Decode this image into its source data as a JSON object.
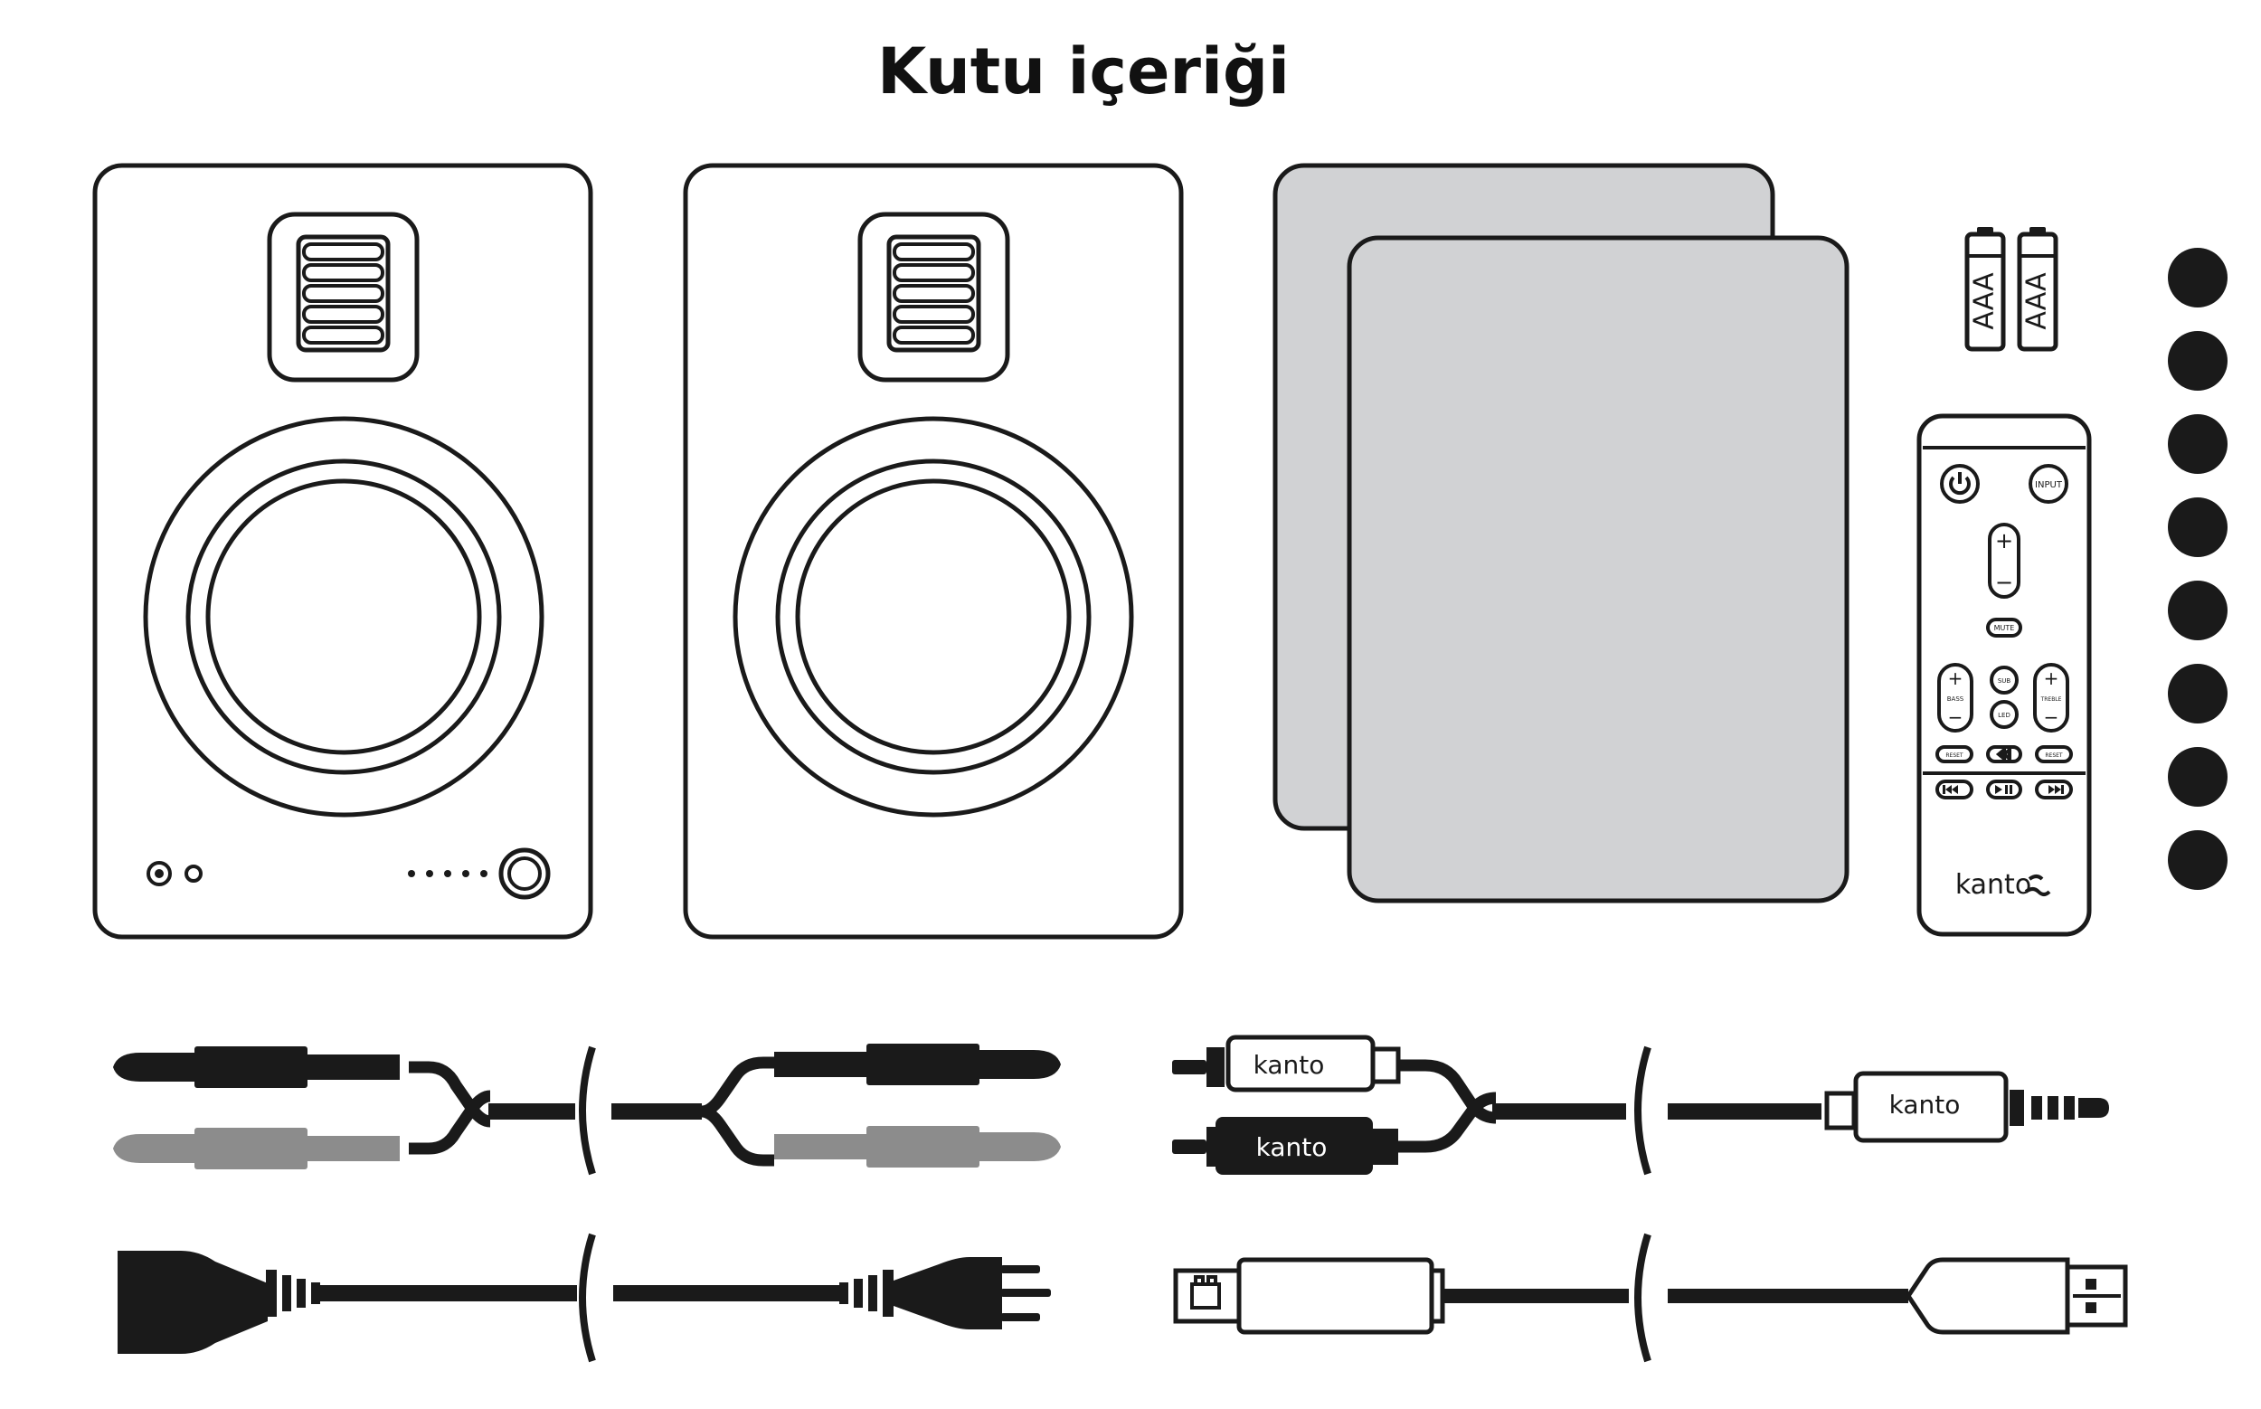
{
  "title": "Kutu içeriği",
  "battery_label": "AAA",
  "remote": {
    "input": "INPUT",
    "plus": "+",
    "minus": "−",
    "mute": "MUTE",
    "bass": "BASS",
    "treble": "TREBLE",
    "sub": "SUB",
    "led": "LED",
    "reset": "RESET",
    "brand": "kanto"
  },
  "cable_brand": "kanto",
  "colors": {
    "ink": "#1a1a1a",
    "pad_fill": "#d1d2d4",
    "gray_cable": "#8c8c8c"
  },
  "feet_count": 8
}
